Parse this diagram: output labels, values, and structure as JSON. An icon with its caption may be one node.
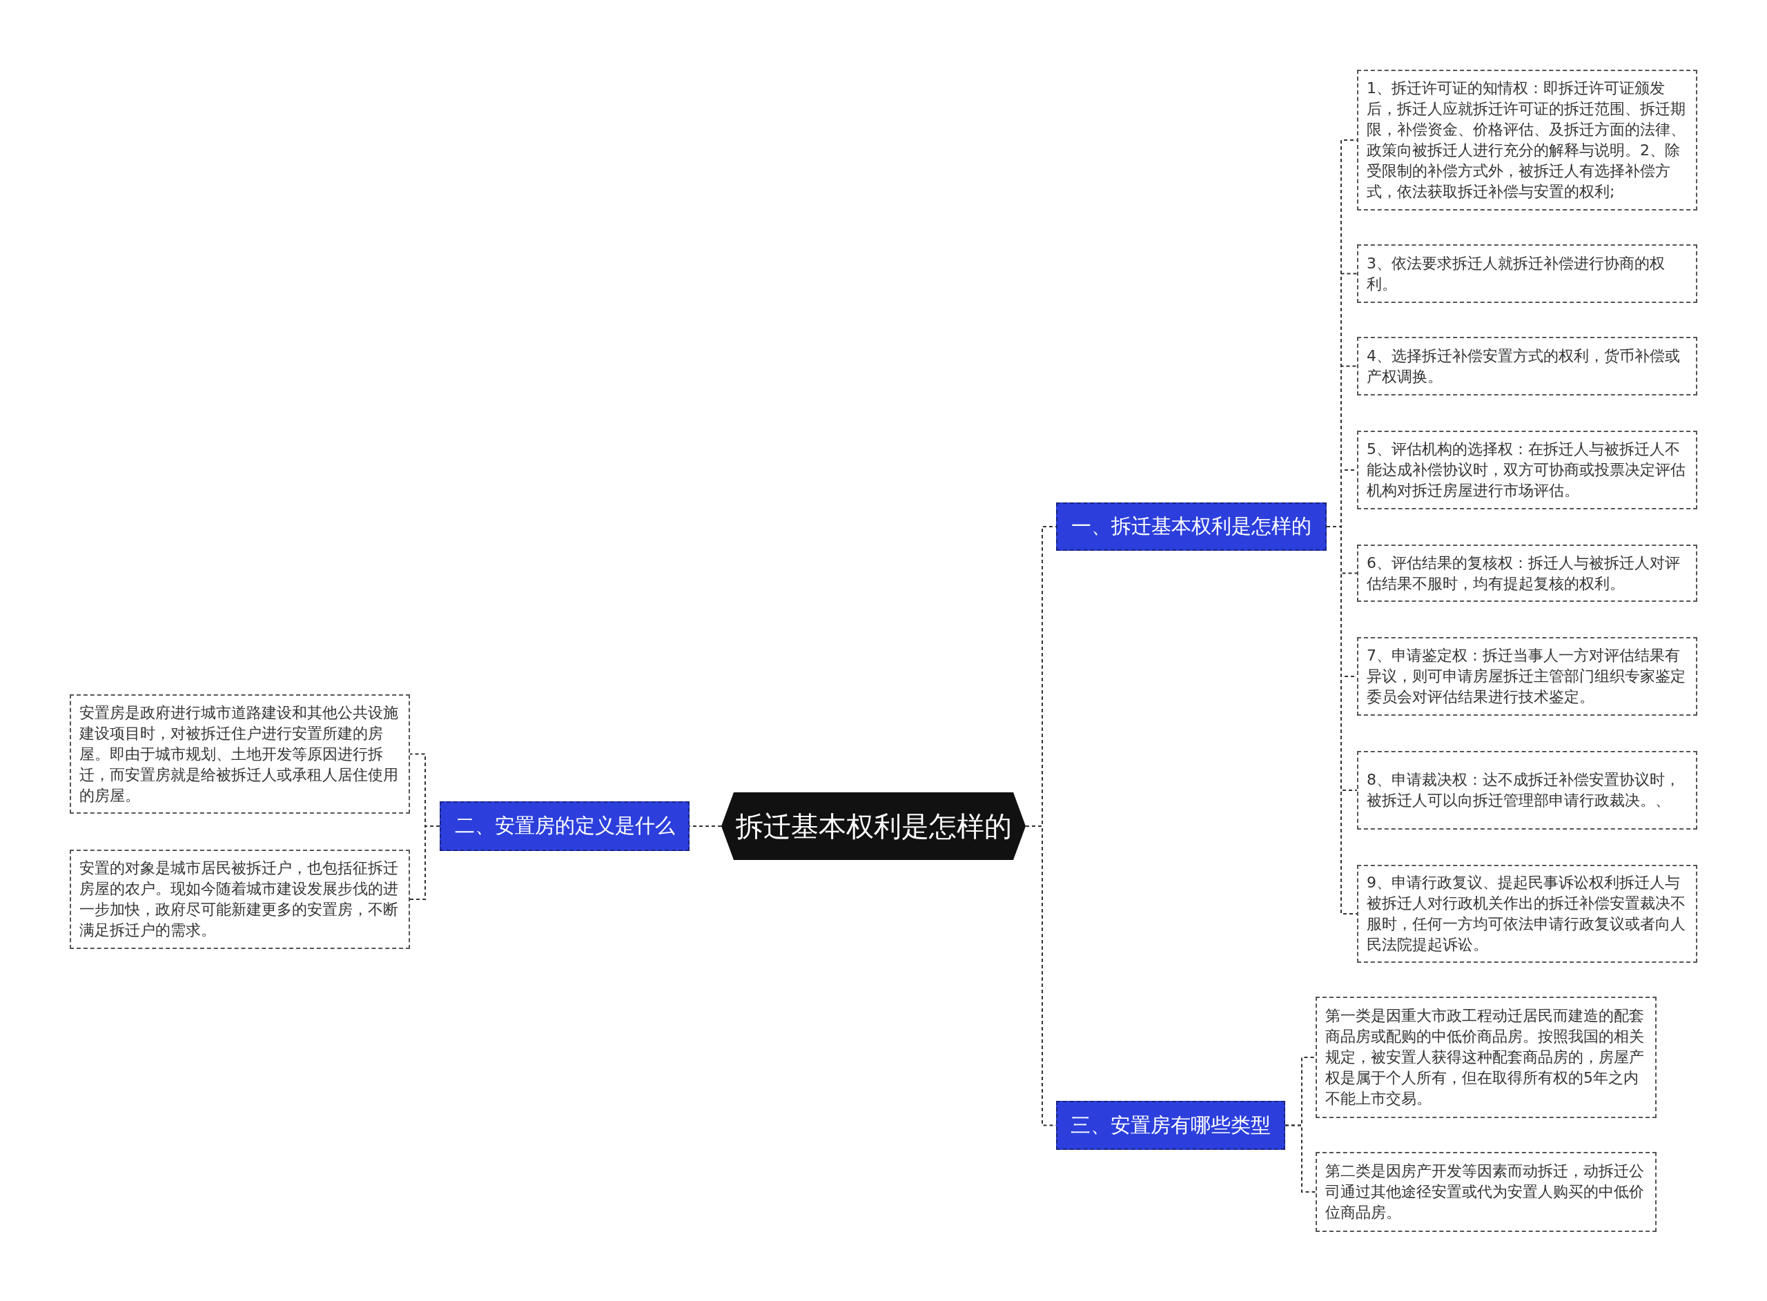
{
  "diagram": {
    "nodes": [
      {
        "text": [
          "拆迁基本权利是怎样的"
        ]
      },
      {
        "text": [
          "一、拆迁基本权利是怎样的"
        ]
      },
      {
        "text": [
          "1、拆迁许可证的知情权：即拆迁许可证颁发后，拆迁人应就拆迁许可证的拆迁范围、拆迁期限，补偿资金、价格评估、及拆迁方面的法律、政策向被拆迁人进行充分的解释与说明。2、除受限制的补偿方式外，被拆迁人有选择补偿方式，依法获取拆迁补偿与安置的权利;"
        ]
      },
      {
        "text": [
          "3、依法要求拆迁人就拆迁补偿进行协商的权利。"
        ]
      },
      {
        "text": [
          "4、选择拆迁补偿安置方式的权利，货币补偿或产权调换。"
        ]
      },
      {
        "text": [
          "5、评估机构的选择权：在拆迁人与被拆迁人不能达成补偿协议时，双方可协商或投票决定评估机构对拆迁房屋进行市场评估。"
        ]
      },
      {
        "text": [
          "6、评估结果的复核权：拆迁人与被拆迁人对评估结果不服时，均有提起复核的权利。"
        ]
      },
      {
        "text": [
          "7、申请鉴定权：拆迁当事人一方对评估结果有异议，则可申请房屋拆迁主管部门组织专家鉴定委员会对评估结果进行技术鉴定。"
        ]
      },
      {
        "text": [
          "8、申请裁决权：达不成拆迁补偿安置协议时，被拆迁人可以向拆迁管理部申请行政裁决。、"
        ]
      },
      {
        "text": [
          "9、申请行政复议、提起民事诉讼权利拆迁人与被拆迁人对行政机关作出的拆迁补偿安置裁决不服时，任何一方均可依法申请行政复议或者向人民法院提起诉讼。"
        ]
      },
      {
        "text": [
          "二、安置房的定义是什么"
        ]
      },
      {
        "text": [
          "安置房是政府进行城市道路建设和其他公共设施建设项目时，对被拆迁住户进行安置所建的房屋。即由于城市规划、土地开发等原因进行拆迁，而安置房就是给被拆迁人或承租人居住使用的房屋。"
        ]
      },
      {
        "text": [
          "安置的对象是城市居民被拆迁户，也包括征拆迁房屋的农户。现如今随着城市建设发展步伐的进一步加快，政府尽可能新建更多的安置房，不断满足拆迁户的需求。"
        ]
      },
      {
        "text": [
          "三、安置房有哪些类型"
        ]
      },
      {
        "text": [
          "第一类是因重大市政工程动迁居民而建造的配套商品房或配购的中低价商品房。按照我国的相关规定，被安置人获得这种配套商品房的，房屋产权是属于个人所有，但在取得所有权的5年之内不能上市交易。"
        ]
      },
      {
        "text": [
          "第二类是因房产开发等因素而动拆迁，动拆迁公司通过其他途径安置或代为安置人购买的中低价位商品房。"
        ]
      }
    ],
    "edges": [
      {
        "from": 0,
        "to": 1,
        "arrow": "none"
      },
      {
        "from": 1,
        "to": 2,
        "arrow": "none"
      },
      {
        "from": 1,
        "to": 3,
        "arrow": "none"
      },
      {
        "from": 1,
        "to": 4,
        "arrow": "none"
      },
      {
        "from": 1,
        "to": 5,
        "arrow": "none"
      },
      {
        "from": 1,
        "to": 6,
        "arrow": "none"
      },
      {
        "from": 1,
        "to": 7,
        "arrow": "none"
      },
      {
        "from": 1,
        "to": 8,
        "arrow": "none"
      },
      {
        "from": 1,
        "to": 9,
        "arrow": "none"
      },
      {
        "from": 0,
        "to": 10,
        "arrow": "none"
      },
      {
        "from": 10,
        "to": 11,
        "arrow": "none"
      },
      {
        "from": 10,
        "to": 12,
        "arrow": "none"
      },
      {
        "from": 0,
        "to": 13,
        "arrow": "none"
      },
      {
        "from": 13,
        "to": 14,
        "arrow": "none"
      },
      {
        "from": 13,
        "to": 15,
        "arrow": "none"
      }
    ]
  }
}
